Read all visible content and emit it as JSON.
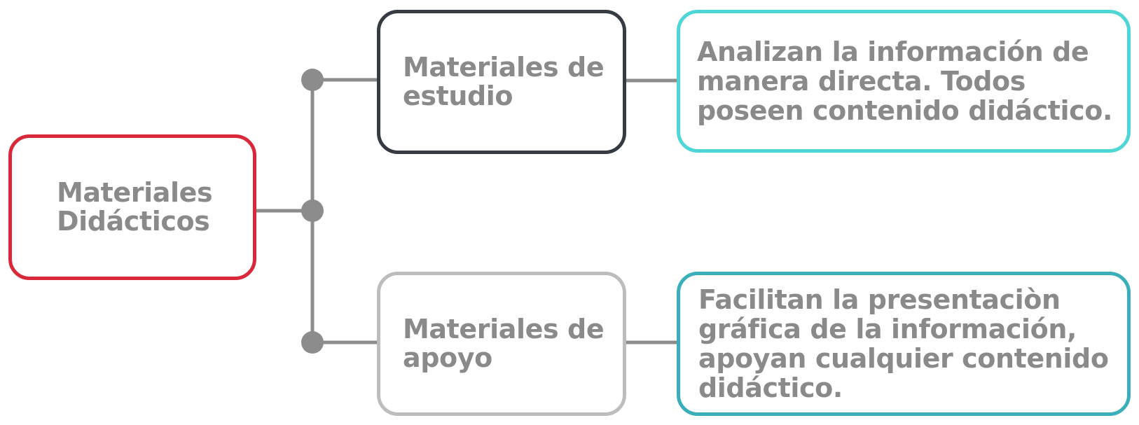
{
  "diagram": {
    "root": {
      "label": "Materiales\nDidácticos"
    },
    "branches": [
      {
        "category": "Materiales de\nestudio",
        "description": "Analizan la información de\nmanera directa. Todos\nposeen contenido didáctico."
      },
      {
        "category": "Materiales de\napoyo",
        "description": "Facilitan  la presentaciòn\ngráfica de la información,\napoyan cualquier contenido\ndidáctico."
      }
    ]
  },
  "colors": {
    "root_border": "#d9283a",
    "study_border": "#353b42",
    "support_border": "#bdbdbd",
    "study_desc_border": "#4ed6d6",
    "support_desc_border": "#3aaeb9",
    "connector": "#8c8c8c",
    "text": "#8a8a8a"
  }
}
